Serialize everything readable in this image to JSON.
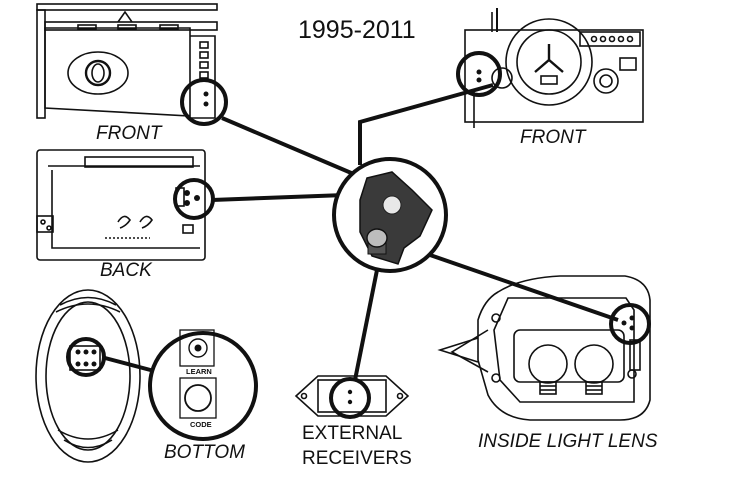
{
  "title": "1995-2011",
  "labels": {
    "front_left": "FRONT",
    "front_right": "FRONT",
    "back": "BACK",
    "bottom": "BOTTOM",
    "inside_light_lens": "INSIDE LIGHT LENS",
    "external_line1": "EXTERNAL",
    "external_line2": "RECEIVERS"
  },
  "remote_buttons": {
    "learn": "LEARN",
    "code": "CODE"
  },
  "colors": {
    "line": "#111111",
    "button": "#3a3a3a",
    "background": "#ffffff"
  }
}
